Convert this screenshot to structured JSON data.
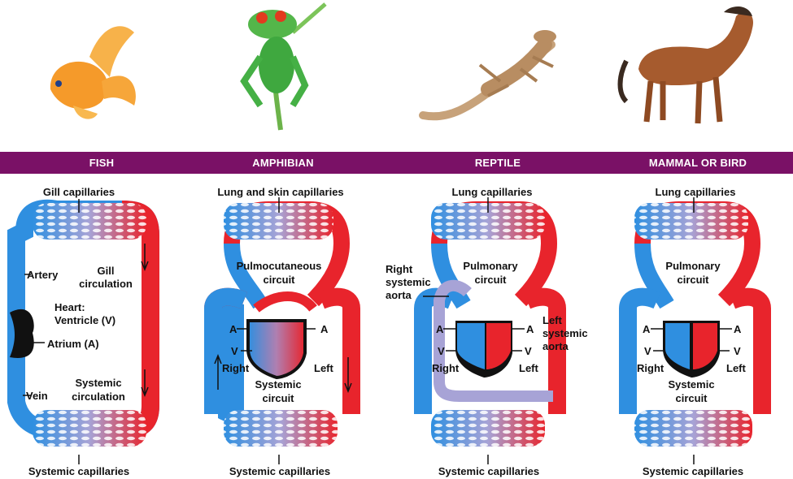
{
  "colors": {
    "banner": "#7a1166",
    "oxygen_poor": "#2f8fe0",
    "oxygen_rich": "#e8242c",
    "mixed": "#a7a3d6",
    "heart": "#111111"
  },
  "animals": [
    {
      "icon": "goldfish-icon"
    },
    {
      "icon": "frog-icon"
    },
    {
      "icon": "lizard-icon"
    },
    {
      "icon": "horse-icon"
    }
  ],
  "panels": {
    "fish": {
      "header": "FISH",
      "top_label": "Gill capillaries",
      "bottom_label": "Systemic capillaries",
      "artery": "Artery",
      "gill_circ_1": "Gill",
      "gill_circ_2": "circulation",
      "heart_1": "Heart:",
      "heart_2": "Ventricle (V)",
      "atrium": "Atrium (A)",
      "vein": "Vein",
      "sys_circ_1": "Systemic",
      "sys_circ_2": "circulation"
    },
    "amphibian": {
      "header": "AMPHIBIAN",
      "top_label": "Lung and skin capillaries",
      "bottom_label": "Systemic capillaries",
      "circuit_1": "Pulmocutaneous",
      "circuit_2": "circuit",
      "a_left": "A",
      "a_right": "A",
      "v_left": "V",
      "right": "Right",
      "left": "Left",
      "sys_1": "Systemic",
      "sys_2": "circuit"
    },
    "reptile": {
      "header": "REPTILE",
      "top_label": "Lung capillaries",
      "bottom_label": "Systemic capillaries",
      "circuit_1": "Pulmonary",
      "circuit_2": "circuit",
      "right_aorta_1": "Right",
      "right_aorta_2": "systemic",
      "right_aorta_3": "aorta",
      "left_aorta_1": "Left",
      "left_aorta_2": "systemic",
      "left_aorta_3": "aorta",
      "a_left": "A",
      "a_right": "A",
      "v_left": "V",
      "v_right": "V",
      "right": "Right",
      "left": "Left"
    },
    "mammal": {
      "header": "MAMMAL OR BIRD",
      "top_label": "Lung capillaries",
      "bottom_label": "Systemic capillaries",
      "circuit_1": "Pulmonary",
      "circuit_2": "circuit",
      "a_left": "A",
      "a_right": "A",
      "v_left": "V",
      "v_right": "V",
      "right": "Right",
      "left": "Left",
      "sys_1": "Systemic",
      "sys_2": "circuit"
    }
  }
}
